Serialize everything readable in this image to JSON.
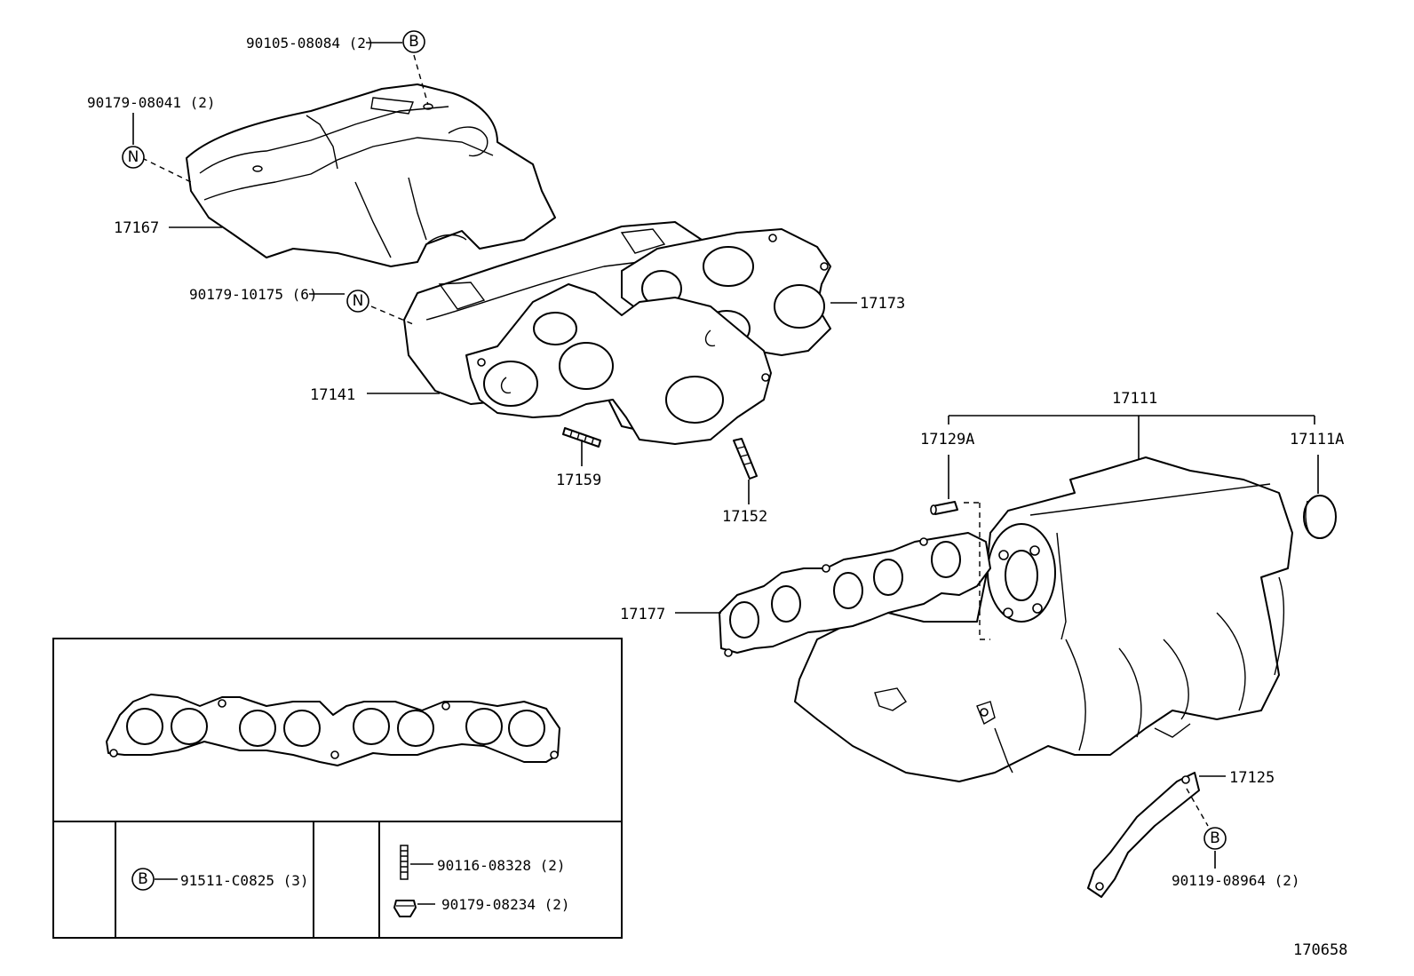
{
  "diagram": {
    "labels": {
      "p90105_08084": "90105-08084 (2)",
      "p90179_08041": "90179-08041 (2)",
      "p17167": "17167",
      "p90179_10175": "90179-10175 (6)",
      "p17173": "17173",
      "p17141": "17141",
      "p17159": "17159",
      "p17152": "17152",
      "p17111": "17111",
      "p17129A": "17129A",
      "p17111A": "17111A",
      "p17177": "17177",
      "p17125": "17125",
      "p90119_08964": "90119-08964 (2)",
      "figure_no": "170658"
    },
    "markers": {
      "B": "B",
      "N": "N"
    },
    "kit_table": {
      "row1": "91511-C0825 (3)",
      "row2a": "90116-08328 (2)",
      "row2b": "90179-08234 (2)"
    }
  }
}
